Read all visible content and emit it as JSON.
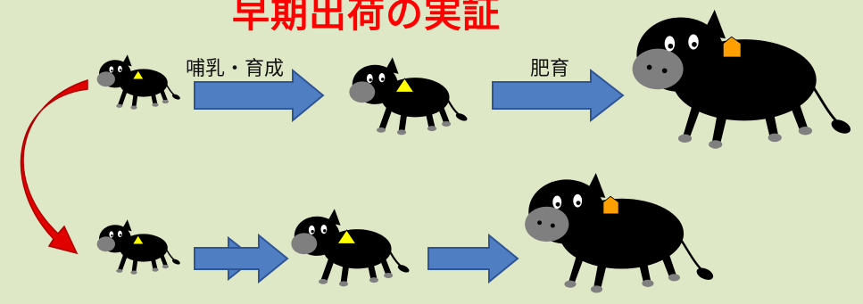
{
  "title": "早期出荷の実証",
  "labels": {
    "step1": "哺乳・育成",
    "step2": "肥育"
  },
  "colors": {
    "background": "#dfe8c6",
    "title": "#ff0000",
    "arrow_fill": "#4f7fc2",
    "arrow_stroke": "#2f5597",
    "curve_arrow": "#e00000",
    "cattle": "#000000",
    "ear_tag_calf": "#ffff00",
    "ear_tag_adult": "#ffa000"
  }
}
